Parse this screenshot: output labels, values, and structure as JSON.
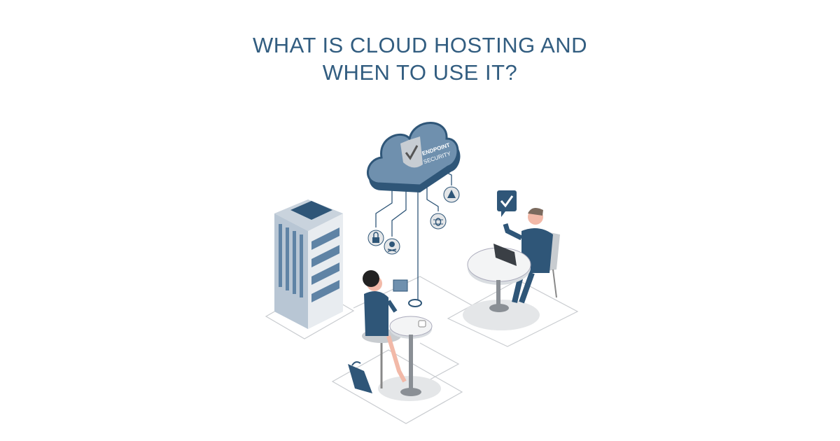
{
  "header": {
    "title_line1": "WHAT IS CLOUD HOSTING AND",
    "title_line2": "WHEN TO USE IT?"
  },
  "illustration": {
    "cloud_label_line1": "ENDPOINT",
    "cloud_label_line2": "SECURITY",
    "icons": [
      "lock-icon",
      "skull-icon",
      "bug-icon",
      "warning-icon",
      "checkmark-icon",
      "shield-check-icon"
    ]
  },
  "colors": {
    "title": "#325d80",
    "primary_dark": "#2f5678",
    "primary_mid": "#5f83a5",
    "light_gray": "#e4e6e8"
  }
}
